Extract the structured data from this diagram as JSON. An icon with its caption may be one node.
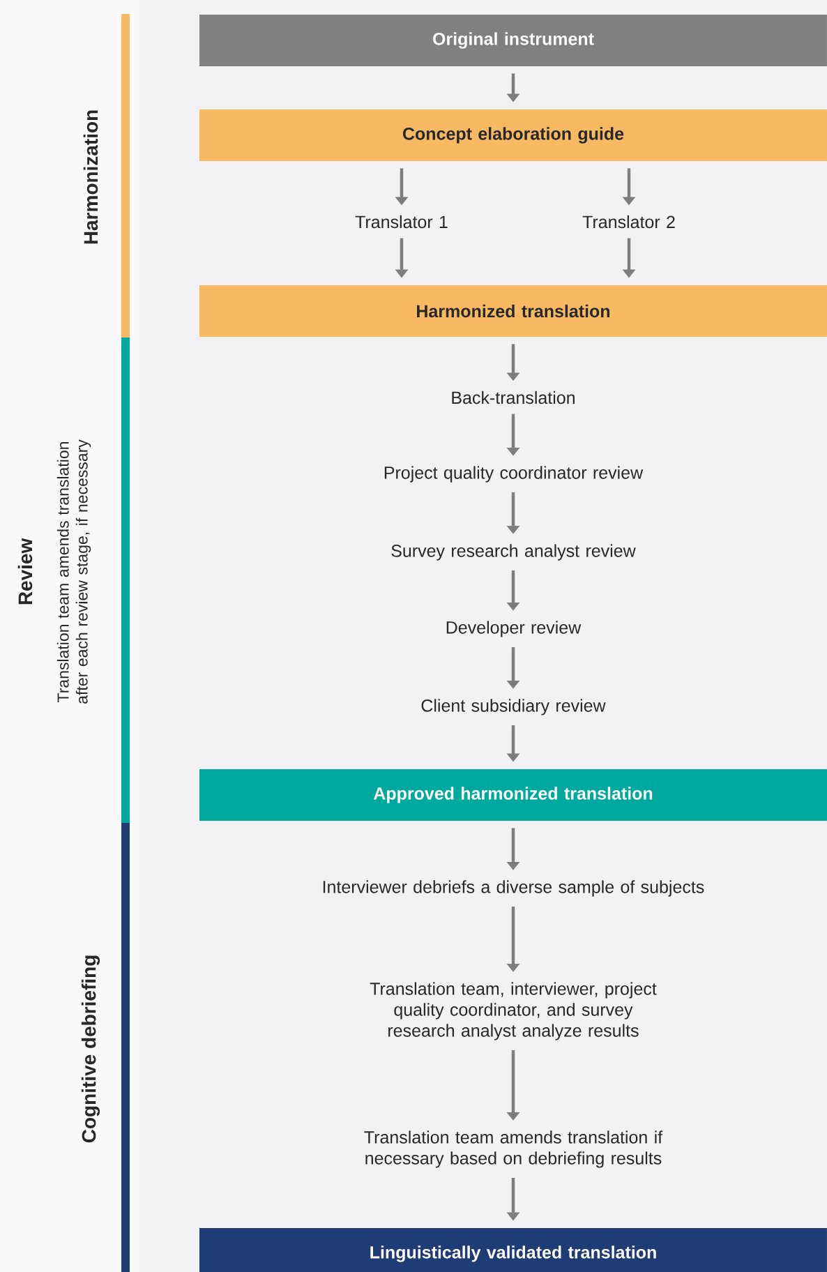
{
  "diagram": {
    "nodes": [
      {
        "text": [
          "Original instrument"
        ]
      },
      {
        "text": [
          "Concept elaboration guide"
        ]
      },
      {
        "text": [
          "Translator 1"
        ]
      },
      {
        "text": [
          "Translator 2"
        ]
      },
      {
        "text": [
          "Harmonized translation"
        ]
      },
      {
        "text": [
          "Back-translation"
        ]
      },
      {
        "text": [
          "Project quality coordinator review"
        ]
      },
      {
        "text": [
          "Survey research analyst review"
        ]
      },
      {
        "text": [
          "Developer review"
        ]
      },
      {
        "text": [
          "Client subsidiary review"
        ]
      },
      {
        "text": [
          "Approved harmonized translation"
        ]
      },
      {
        "text": [
          "Interviewer debriefs a diverse sample of subjects"
        ]
      },
      {
        "text": [
          "Translation team, interviewer, project quality coordinator, and survey research analyst analyze results"
        ]
      },
      {
        "text": [
          "Translation team amends translation if necessary based on debriefing results"
        ]
      },
      {
        "text": [
          "Linguistically validated translation"
        ]
      }
    ],
    "edges": [
      {
        "from": 0,
        "to": 1,
        "arrow": "to"
      },
      {
        "from": 1,
        "to": 2,
        "arrow": "to"
      },
      {
        "from": 1,
        "to": 3,
        "arrow": "to"
      },
      {
        "from": 2,
        "to": 4,
        "arrow": "to"
      },
      {
        "from": 3,
        "to": 4,
        "arrow": "to"
      },
      {
        "from": 4,
        "to": 5,
        "arrow": "to"
      },
      {
        "from": 5,
        "to": 6,
        "arrow": "to"
      },
      {
        "from": 6,
        "to": 7,
        "arrow": "to"
      },
      {
        "from": 7,
        "to": 8,
        "arrow": "to"
      },
      {
        "from": 8,
        "to": 9,
        "arrow": "to"
      },
      {
        "from": 9,
        "to": 10,
        "arrow": "to"
      },
      {
        "from": 10,
        "to": 11,
        "arrow": "to"
      },
      {
        "from": 11,
        "to": 12,
        "arrow": "to"
      },
      {
        "from": 12,
        "to": 13,
        "arrow": "to"
      },
      {
        "from": 13,
        "to": 14,
        "arrow": "to"
      }
    ],
    "labels": [
      "Harmonization",
      "Review",
      "Translation team amends translation after each review stage, if necessary",
      "Cognitive debriefing"
    ]
  }
}
